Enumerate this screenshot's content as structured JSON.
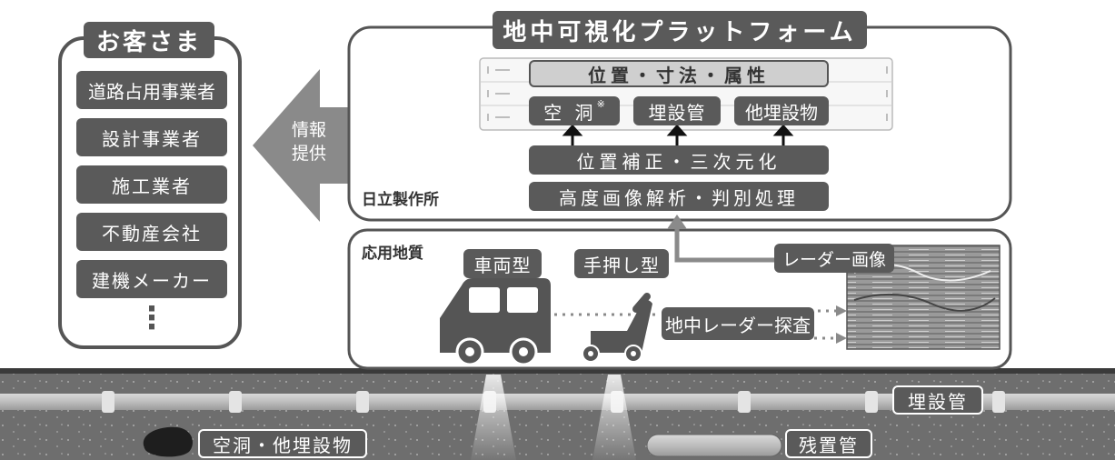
{
  "customers": {
    "title": "お客さま",
    "items": [
      "道路占用事業者",
      "設計事業者",
      "施工業者",
      "不動産会社",
      "建機メーカー"
    ],
    "more": "⋮"
  },
  "info_arrow": {
    "line1": "情報",
    "line2": "提供"
  },
  "platform": {
    "title": "地中可視化プラットフォーム",
    "db_top": "位置・寸法・属性",
    "db_items": [
      {
        "label": "空 洞",
        "note": "※"
      },
      {
        "label": "埋設管",
        "note": ""
      },
      {
        "label": "他埋設物",
        "note": ""
      }
    ],
    "process1": "位置補正・三次元化",
    "process2": "高度画像解析・判別処理",
    "company": "日立製作所"
  },
  "oyo": {
    "company": "応用地質",
    "vehicle_label": "車両型",
    "push_label": "手押し型",
    "radar_image_label": "レーダー画像",
    "survey_label": "地中レーダー探査"
  },
  "ground": {
    "buried_pipe_label": "埋設管",
    "cavity_label": "空洞・他埋設物",
    "residual_pipe_label": "残置管"
  },
  "colors": {
    "dark_box": "#5a5a5a",
    "panel_border": "#555555",
    "ground": "#6e6e6e",
    "arrow": "#8a8a8a"
  }
}
